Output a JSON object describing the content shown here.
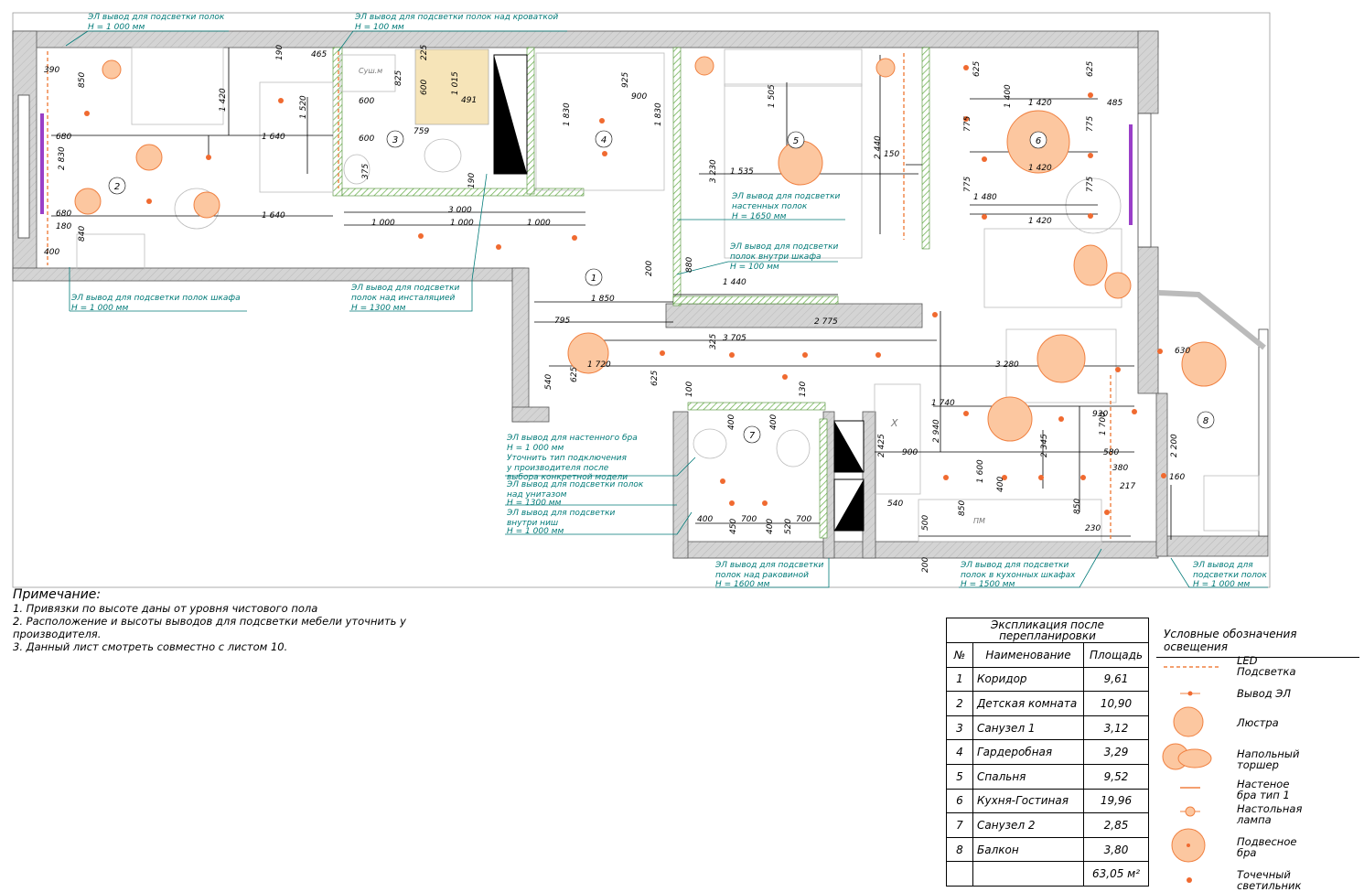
{
  "notes": {
    "title": "Примечание:",
    "lines": [
      "1. Привязки по высоте даны от уровня чистового пола",
      "2. Расположение и высоты выводов для подсветки мебели уточнить у",
      "производителя.",
      "3. Данный лист смотреть совместно с листом 10."
    ]
  },
  "explication": {
    "title_1": "Экспликация после",
    "title_2": "перепланировки",
    "headers": [
      "№",
      "Наименование",
      "Площадь"
    ],
    "rows": [
      {
        "num": "1",
        "name": "Коридор",
        "area": "9,61"
      },
      {
        "num": "2",
        "name": "Детская комната",
        "area": "10,90"
      },
      {
        "num": "3",
        "name": "Санузел 1",
        "area": "3,12"
      },
      {
        "num": "4",
        "name": "Гардеробная",
        "area": "3,29"
      },
      {
        "num": "5",
        "name": "Спальня",
        "area": "9,52"
      },
      {
        "num": "6",
        "name": "Кухня-Гостиная",
        "area": "19,96"
      },
      {
        "num": "7",
        "name": "Санузел 2",
        "area": "2,85"
      },
      {
        "num": "8",
        "name": "Балкон",
        "area": "3,80"
      }
    ],
    "total": "63,05 м²"
  },
  "legend": {
    "title": "Условные обозначения освещения",
    "items": [
      {
        "icon": "led-strip-icon",
        "label_1": "LED",
        "label_2": "Подсветка"
      },
      {
        "icon": "outlet-icon",
        "label_1": "Вывод ЭЛ",
        "label_2": ""
      },
      {
        "icon": "chandelier-icon",
        "label_1": "Люстра",
        "label_2": ""
      },
      {
        "icon": "floor-lamp-icon",
        "label_1": "Напольный",
        "label_2": "торшер"
      },
      {
        "icon": "wall-sconce-icon",
        "label_1": "Настеное",
        "label_2": "бра тип 1"
      },
      {
        "icon": "table-lamp-icon",
        "label_1": "Настольная",
        "label_2": "лампа"
      },
      {
        "icon": "pendant-icon",
        "label_1": "Подвесное",
        "label_2": "бра"
      },
      {
        "icon": "spot-icon",
        "label_1": "Точечный",
        "label_2": "светильник"
      }
    ]
  },
  "callouts": [
    {
      "line1": "ЭЛ вывод для подсветки полок",
      "line2": "Н = 1 000 мм"
    },
    {
      "line1": "ЭЛ вывод для подсветки полок над кроваткой",
      "line2": "Н = 100 мм"
    },
    {
      "line1": "ЭЛ вывод для подсветки полок шкафа",
      "line2": "Н = 1 000 мм"
    },
    {
      "line1": "ЭЛ вывод для подсветки",
      "line2": "полок над инсталяцией",
      "line3": "Н = 1300 мм"
    },
    {
      "line1": "ЭЛ вывод для подсветки",
      "line2": "настенных полок",
      "line3": "Н = 1650 мм"
    },
    {
      "line1": "ЭЛ вывод для подсветки",
      "line2": "полок внутри шкафа",
      "line3": "Н = 100 мм"
    },
    {
      "line1": "ЭЛ вывод для настенного бра",
      "line2": "Н = 1 000 мм",
      "line3": "Уточнить тип подключения",
      "line4": "у производителя после",
      "line5": "выбора конкретной модели"
    },
    {
      "line1": "ЭЛ вывод для подсветки полок",
      "line2": "над унитазом",
      "line3": "Н = 1300 мм"
    },
    {
      "line1": "ЭЛ вывод для подсветки",
      "line2": "внутри ниш",
      "line3": "Н = 1 000 мм"
    },
    {
      "line1": "ЭЛ вывод для подсветки",
      "line2": "полок над раковиной",
      "line3": "Н = 1600 мм"
    },
    {
      "line1": "ЭЛ вывод для подсветки",
      "line2": "полок в кухонных шкафах",
      "line3": "Н = 1500 мм"
    },
    {
      "line1": "ЭЛ вывод для",
      "line2": "подсветки полок",
      "line3": "Н = 1 000 мм"
    }
  ],
  "room_numbers": [
    "1",
    "2",
    "3",
    "4",
    "5",
    "6",
    "7",
    "8"
  ],
  "dimensions": {
    "d390": "390",
    "d850": "850",
    "d1420a": "1 420",
    "d680a": "680",
    "d2830": "2 830",
    "d680b": "680",
    "d180": "180",
    "d840": "840",
    "d400a": "400",
    "d1640a": "1 640",
    "d1640b": "1 640",
    "d465": "465",
    "d190": "190",
    "d1520": "1 520",
    "d600a": "600",
    "d825": "825",
    "d600b": "600",
    "d600c": "600",
    "d1015": "1 015",
    "d225": "225",
    "d491": "491",
    "d759": "759",
    "d375": "375",
    "d190b": "190",
    "d3000": "3 000",
    "d1000a": "1 000",
    "d1000b": "1 000",
    "d1000c": "1 000",
    "d925": "925",
    "d900": "900",
    "d1830a": "1 830",
    "d1830b": "1 830",
    "d1505": "1 505",
    "d1535": "1 535",
    "d3230": "3 230",
    "d2440": "2 440",
    "d150": "150",
    "d625a": "625",
    "d1400": "1 400",
    "d625b": "625",
    "d1420b": "1 420",
    "d485": "485",
    "d775a": "775",
    "d775b": "775",
    "d1420c": "1 420",
    "d775c": "775",
    "d775d": "775",
    "d1480": "1 480",
    "d1420d": "1 420",
    "d1850": "1 850",
    "d200": "200",
    "d880": "880",
    "d1440": "1 440",
    "d795": "795",
    "d2775": "2 775",
    "d3705": "3 705",
    "d325": "325",
    "d1720": "1 720",
    "d3280": "3 280",
    "d630": "630",
    "d540a": "540",
    "d625c": "625",
    "d625d": "625",
    "d100": "100",
    "d130": "130",
    "d400b": "400",
    "d400c": "400",
    "d1740": "1 740",
    "d2940": "2 940",
    "d2425": "2 425",
    "d900b": "900",
    "d2345": "2 345",
    "d930": "930",
    "d1700": "1 700",
    "d580": "580",
    "d2200": "2 200",
    "d1600": "1 600",
    "d400d": "400",
    "d380": "380",
    "d217": "217",
    "d160": "160",
    "d400e": "400",
    "d450": "450",
    "d700a": "700",
    "d400f": "400",
    "d520": "520",
    "d700b": "700",
    "d540b": "540",
    "d500": "500",
    "d850b": "850",
    "d850c": "850",
    "d230": "230",
    "d200b": "200"
  },
  "labels": {
    "dryer": "Суш.м",
    "dishwasher": "ПМ",
    "cross": "X"
  },
  "colors": {
    "accent": "#f5a26b",
    "callout": "#007a78",
    "wall": "#d0d0d0"
  }
}
